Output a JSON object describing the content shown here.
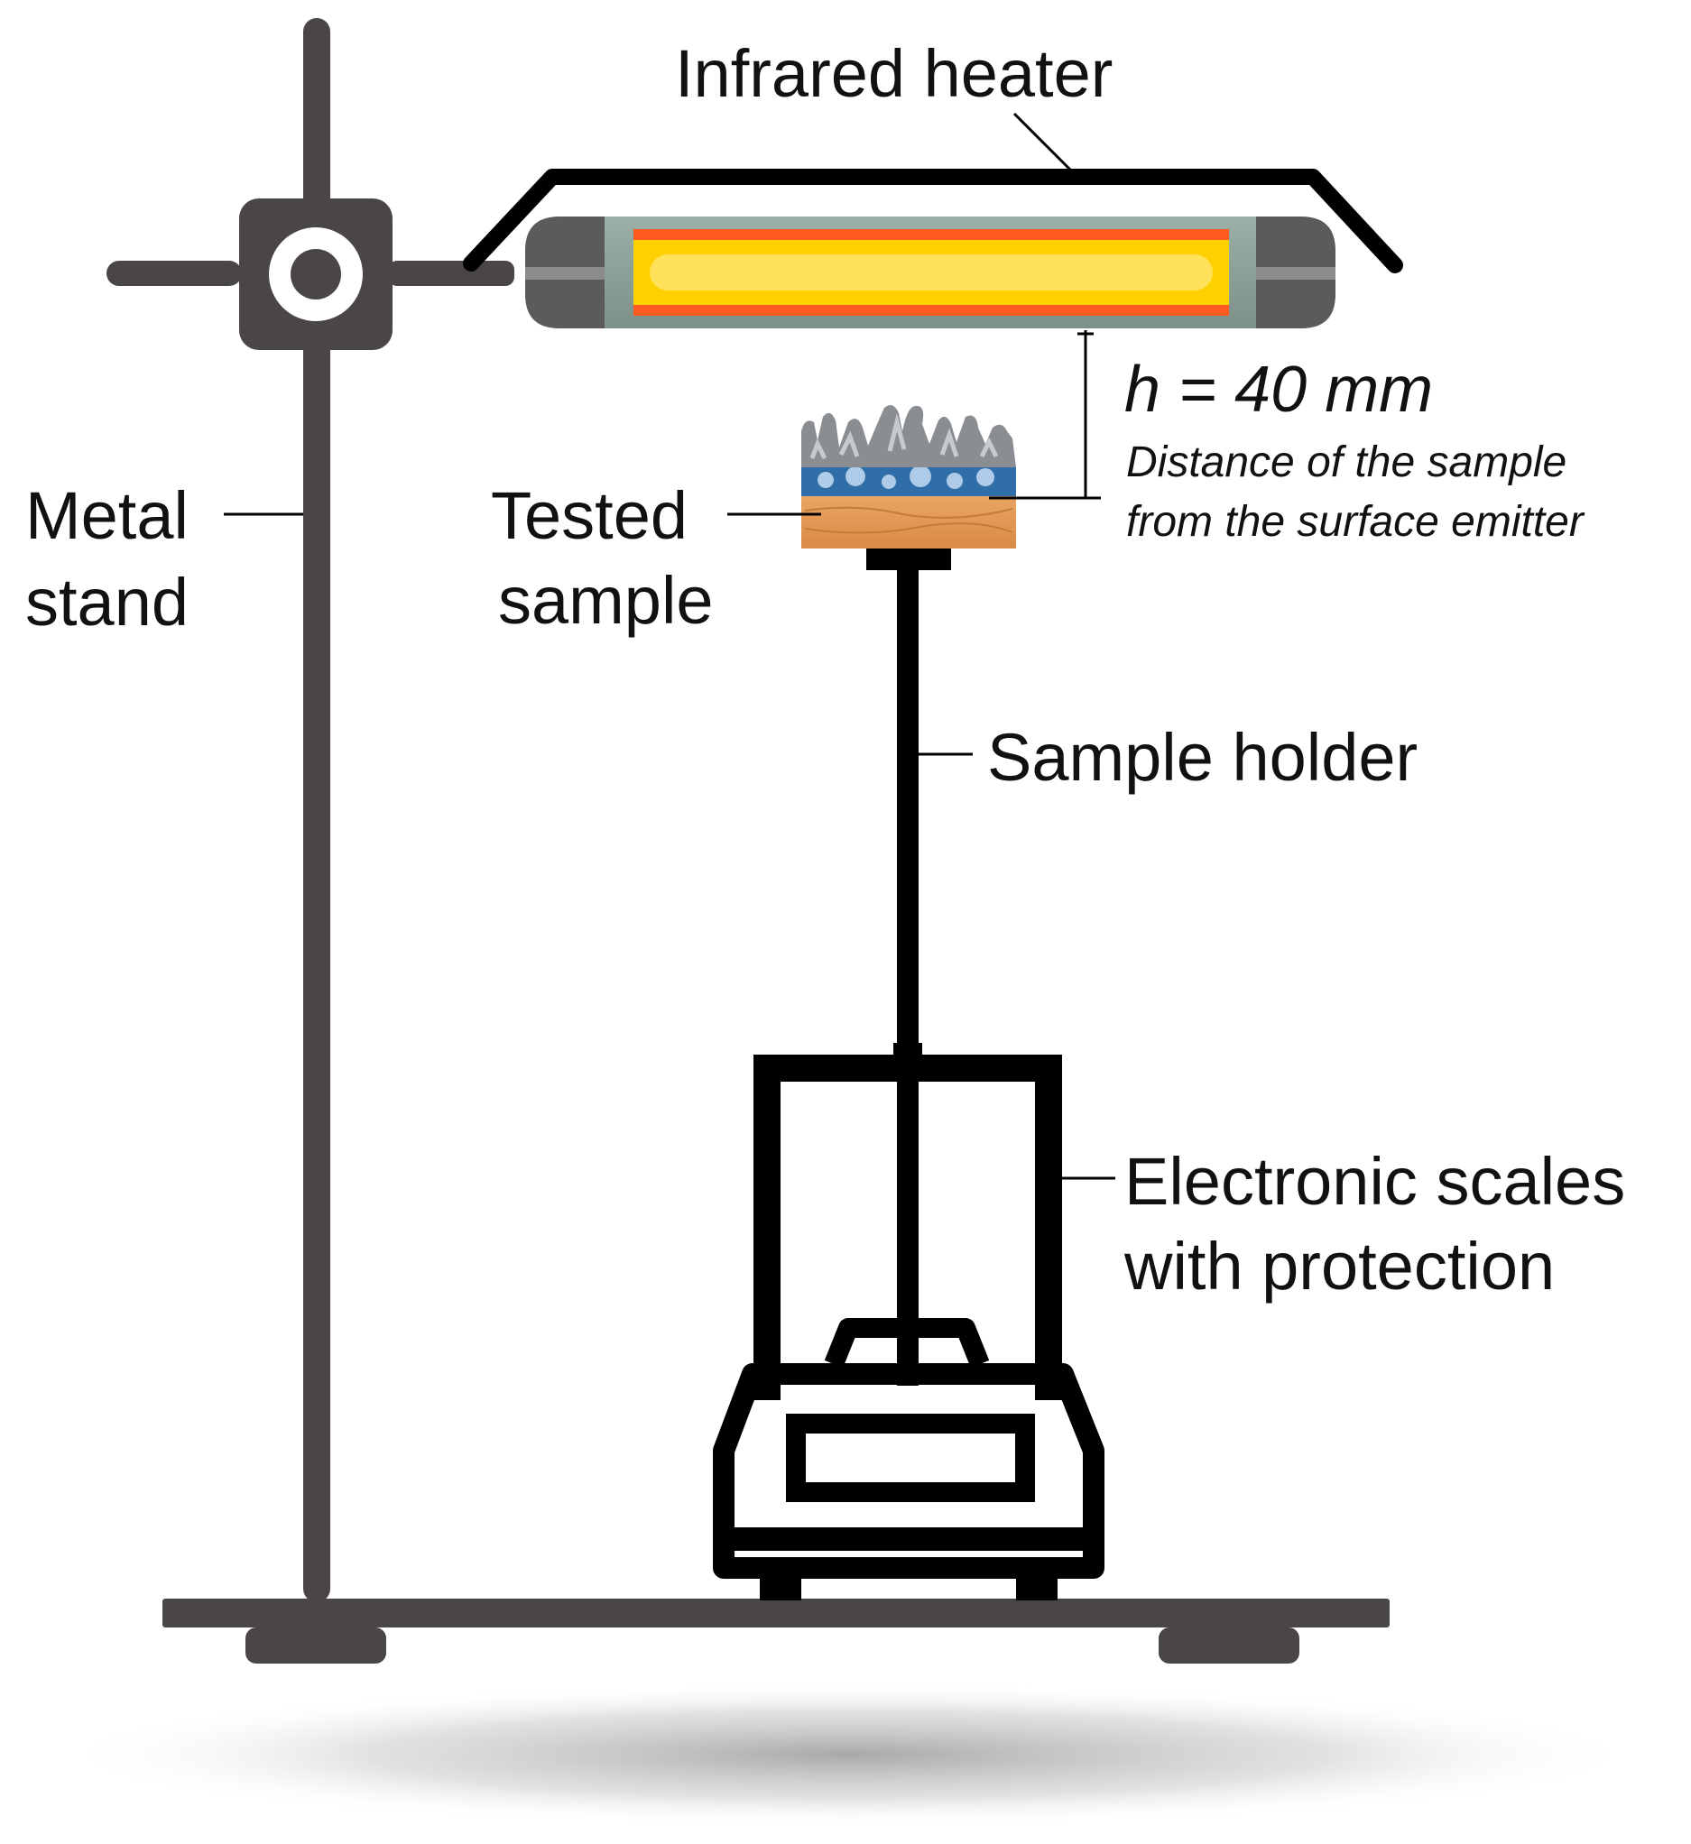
{
  "labels": {
    "infrared_heater": "Infrared heater",
    "metal_stand_line1": "Metal",
    "metal_stand_line2": "stand",
    "tested_sample_line1": "Tested",
    "tested_sample_line2": "sample",
    "sample_holder": "Sample holder",
    "scales_line1": "Electronic scales",
    "scales_line2": "with protection",
    "distance_value": "h = 40 mm",
    "distance_note_line1": "Distance of the sample",
    "distance_note_line2": "from the surface emitter"
  },
  "colors": {
    "stand": "#4a4647",
    "outline": "#000000",
    "heater_tube": "#8fa39b",
    "heater_end": "#5c5a5b",
    "heater_glow_outer": "#ff5a1f",
    "heater_glow_inner": "#ffd700",
    "wood": "#e39a55",
    "foam_blue": "#2f6ea8",
    "foam_grey": "#8a8e93"
  }
}
